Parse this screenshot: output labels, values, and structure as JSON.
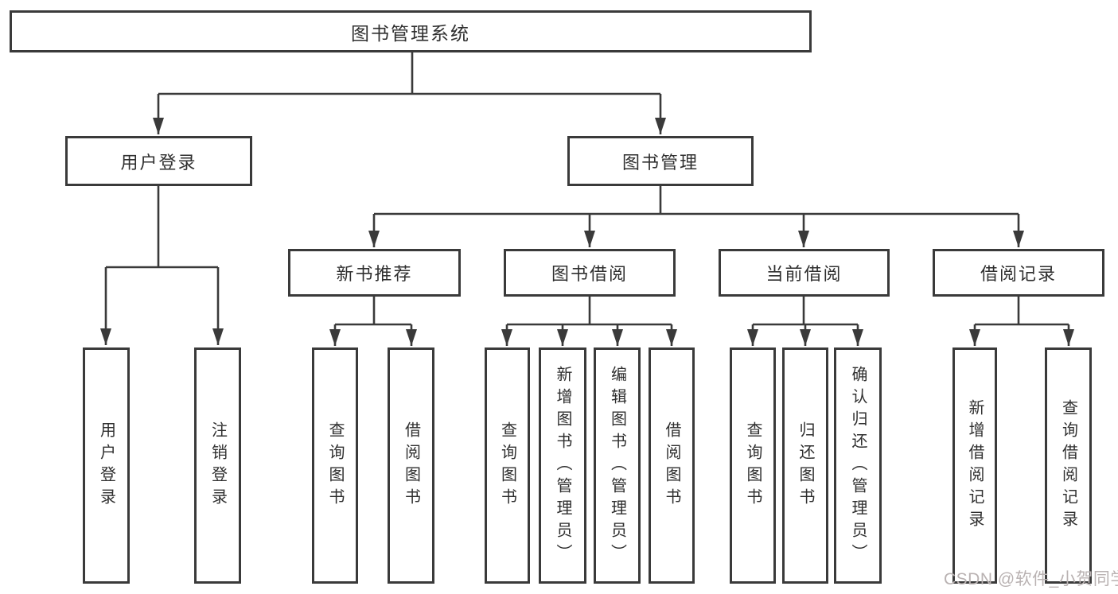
{
  "diagram": {
    "root": {
      "label": "图书管理系统"
    },
    "level1": {
      "user_login": {
        "label": "用户登录",
        "children": {
          "login": {
            "label": "用户登录"
          },
          "logout": {
            "label": "注销登录"
          }
        }
      },
      "book_management": {
        "label": "图书管理"
      }
    },
    "level2": {
      "new_book_recommend": {
        "label": "新书推荐",
        "children": {
          "query_books": {
            "label": "查询图书"
          },
          "borrow_books": {
            "label": "借阅图书"
          }
        }
      },
      "book_borrowing": {
        "label": "图书借阅",
        "children": {
          "query_books": {
            "label": "查询图书"
          },
          "add_books": {
            "label": "新增图书（管理员）"
          },
          "edit_books": {
            "label": "编辑图书（管理员）"
          },
          "borrow_books": {
            "label": "借阅图书"
          }
        }
      },
      "current_borrowing": {
        "label": "当前借阅",
        "children": {
          "query_books": {
            "label": "查询图书"
          },
          "return_books": {
            "label": "归还图书"
          },
          "confirm_return": {
            "label": "确认归还（管理员）"
          }
        }
      },
      "borrowing_records": {
        "label": "借阅记录",
        "children": {
          "add_record": {
            "label": "新增借阅记录"
          },
          "query_record": {
            "label": "查询借阅记录"
          }
        }
      }
    }
  },
  "watermark": {
    "text": "CSDN @软件_小贺同学"
  },
  "colors": {
    "line": "#3a3a3a",
    "box_border": "#3a3a3a",
    "text": "#2f2f2f",
    "watermark": "#b9b2b2",
    "background": "#ffffff"
  }
}
